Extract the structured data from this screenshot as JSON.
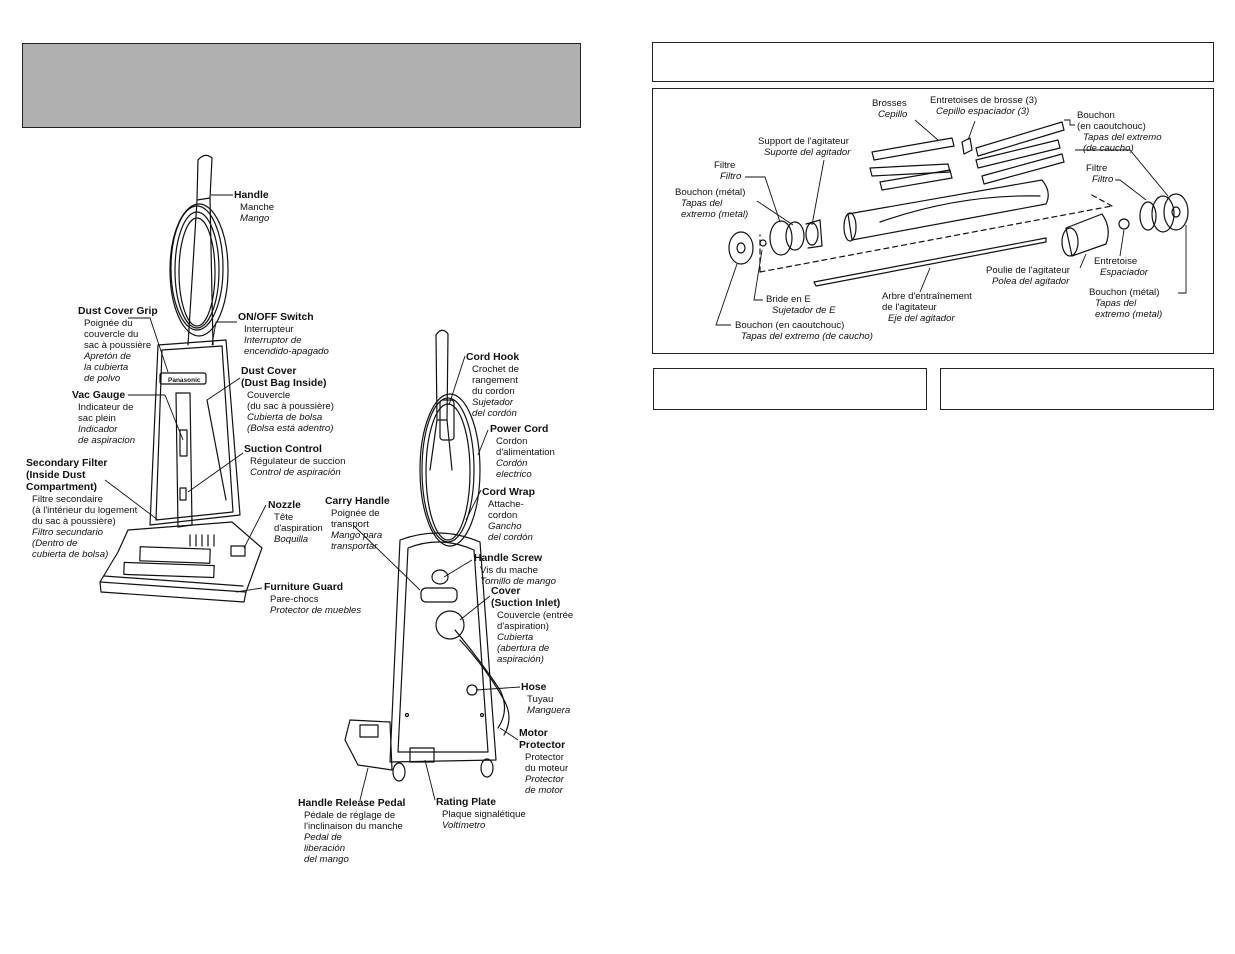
{
  "left": {
    "labels": {
      "handle": {
        "title": [
          "Handle"
        ],
        "lines": [
          "Manche"
        ],
        "italic": [
          "Mango"
        ]
      },
      "onoff": {
        "title": [
          "ON/OFF Switch"
        ],
        "lines": [
          "Interrupteur"
        ],
        "italic": [
          "Interruptor de",
          "encendido-apagado"
        ]
      },
      "dustcovergrip": {
        "title": [
          "Dust Cover Grip"
        ],
        "lines": [
          "Poignée du",
          "couvercle du",
          "sac à poussière"
        ],
        "italic": [
          "Apretón de",
          "la cubierta",
          "de polvo"
        ]
      },
      "dustcover": {
        "title": [
          "Dust Cover",
          "(Dust Bag Inside)"
        ],
        "lines": [
          "Couvercle",
          "(du sac à poussière)"
        ],
        "italic": [
          "Cubierta de bolsa",
          "(Bolsa está adentro)"
        ]
      },
      "vacgauge": {
        "title": [
          "Vac Gauge"
        ],
        "lines": [
          "Indicateur de",
          "sac plein"
        ],
        "italic": [
          "Indicador",
          "de aspiracion"
        ]
      },
      "suction": {
        "title": [
          "Suction Control"
        ],
        "lines": [
          "Régulateur de succion"
        ],
        "italic": [
          "Control de aspiración"
        ]
      },
      "secfilter": {
        "title": [
          "Secondary Filter",
          "(Inside Dust",
          "Compartment)"
        ],
        "lines": [
          "Filtre secondaire",
          "(à l'intérieur du logement",
          "du sac à poussière)"
        ],
        "italic": [
          "Filtro secundario",
          "(Dentro de",
          "cubierta de bolsa)"
        ]
      },
      "nozzle": {
        "title": [
          "Nozzle"
        ],
        "lines": [
          "Tête",
          "d'aspiration"
        ],
        "italic": [
          "Boquilla"
        ]
      },
      "furniture": {
        "title": [
          "Furniture Guard"
        ],
        "lines": [
          "Pare-chocs"
        ],
        "italic": [
          "Protector de muebles"
        ]
      },
      "cordhook": {
        "title": [
          "Cord Hook"
        ],
        "lines": [
          "Crochet de",
          "rangement",
          "du cordon"
        ],
        "italic": [
          "Sujetador",
          "del cordón"
        ]
      },
      "powercord": {
        "title": [
          "Power Cord"
        ],
        "lines": [
          "Cordon",
          "d'alimentation"
        ],
        "italic": [
          "Cordón",
          "electrico"
        ]
      },
      "cordwrap": {
        "title": [
          "Cord Wrap"
        ],
        "lines": [
          "Attache-",
          "cordon"
        ],
        "italic": [
          "Gancho",
          "del cordón"
        ]
      },
      "carry": {
        "title": [
          "Carry Handle"
        ],
        "lines": [
          "Poignée de",
          "transport"
        ],
        "italic": [
          "Mango para",
          "transportar"
        ]
      },
      "handlescrew": {
        "title": [
          "Handle Screw"
        ],
        "lines": [
          "Vis du mache"
        ],
        "italic": [
          "Tornillo de mango"
        ]
      },
      "cover": {
        "title": [
          "Cover",
          "(Suction Inlet)"
        ],
        "lines": [
          "Couvercle (entrée",
          "d'aspiration)"
        ],
        "italic": [
          "Cubierta",
          "(abertura de",
          "aspiración)"
        ]
      },
      "hose": {
        "title": [
          "Hose"
        ],
        "lines": [
          "Tuyau"
        ],
        "italic": [
          "Manguera"
        ]
      },
      "motor": {
        "title": [
          "Motor",
          "Protector"
        ],
        "lines": [
          "Protector",
          "du moteur"
        ],
        "italic": [
          "Protector",
          "de motor"
        ]
      },
      "pedal": {
        "title": [
          "Handle Release Pedal"
        ],
        "lines": [
          "Pédale de réglage de",
          "l'inclinaison du manche"
        ],
        "italic": [
          "Pedal de",
          "liberación",
          "del mango"
        ]
      },
      "rating": {
        "title": [
          "Rating Plate"
        ],
        "lines": [
          "Plaque signalétique"
        ],
        "italic": [
          "Voltímetro"
        ]
      }
    },
    "brand": "Panasonic"
  },
  "right": {
    "labels": {
      "brosses": {
        "lines": [
          "Brosses"
        ],
        "italic": [
          "Cepillo"
        ]
      },
      "entretoises": {
        "lines": [
          "Entretoises de brosse (3)"
        ],
        "italic": [
          "Cepillo espaciador (3)"
        ]
      },
      "bouchon_cr": {
        "lines": [
          "Bouchon",
          "(en caoutchouc)"
        ],
        "italic": [
          "Tapas del extremo",
          "(de caucho)"
        ]
      },
      "support": {
        "lines": [
          "Support de l'agitateur"
        ],
        "italic": [
          "Suporte del agitador"
        ]
      },
      "filtre_l": {
        "lines": [
          "Filtre"
        ],
        "italic": [
          "Filtro"
        ]
      },
      "filtre_r": {
        "lines": [
          "Filtre"
        ],
        "italic": [
          "Filtro"
        ]
      },
      "bouchon_ml": {
        "lines": [
          "Bouchon (métal)"
        ],
        "italic": [
          "Tapas del",
          "extremo (metal)"
        ]
      },
      "entretoise": {
        "lines": [
          "Entretoise"
        ],
        "italic": [
          "Espaciador"
        ]
      },
      "poulie": {
        "lines": [
          "Poulie de l'agitateur"
        ],
        "italic": [
          "Polea del agitador"
        ]
      },
      "bouchon_mr": {
        "lines": [
          "Bouchon (métal)"
        ],
        "italic": [
          "Tapas del",
          "extremo (metal)"
        ]
      },
      "bride": {
        "lines": [
          "Bride en E"
        ],
        "italic": [
          "Sujetador de E"
        ]
      },
      "arbre": {
        "lines": [
          "Arbre d'entraînement",
          "de l'agitateur"
        ],
        "italic": [
          "Eje del agitador"
        ]
      },
      "bouchon_cb": {
        "lines": [
          "Bouchon (en caoutchouc)"
        ],
        "italic": [
          "Tapas del extremo (de caucho)"
        ]
      }
    }
  }
}
